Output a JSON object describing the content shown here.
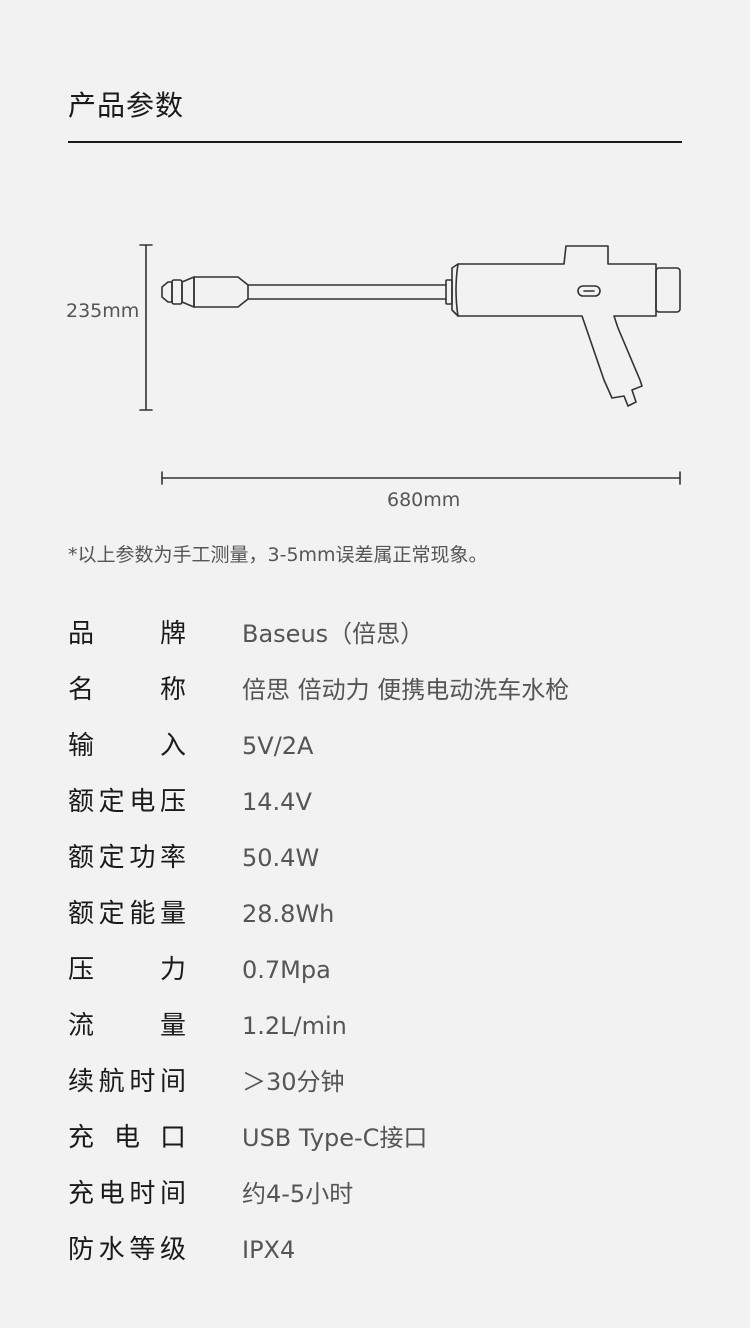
{
  "section": {
    "title": "产品参数"
  },
  "dimensions": {
    "height": "235mm",
    "length": "680mm"
  },
  "note": "*以上参数为手工测量，3-5mm误差属正常现象。",
  "specs": [
    {
      "label": "品　　牌",
      "value": "Baseus（倍思）"
    },
    {
      "label": "名　　称",
      "value": "倍思 倍动力 便携电动洗车水枪"
    },
    {
      "label": "输　　入",
      "value": "5V/2A"
    },
    {
      "label": "额定电压",
      "value": "14.4V"
    },
    {
      "label": "额定功率",
      "value": "50.4W"
    },
    {
      "label": "额定能量",
      "value": "28.8Wh"
    },
    {
      "label": "压　　力",
      "value": "0.7Mpa"
    },
    {
      "label": "流　　量",
      "value": "1.2L/min"
    },
    {
      "label": "续航时间",
      "value": "＞30分钟"
    },
    {
      "label": "充 电 口",
      "value": "USB Type-C接口"
    },
    {
      "label": "充电时间",
      "value": "约4-5小时"
    },
    {
      "label": "防水等级",
      "value": "IPX4"
    }
  ],
  "colors": {
    "background": "#f2f2f2",
    "text": "#1a1a1a",
    "muted": "#555555",
    "line": "#333333"
  }
}
